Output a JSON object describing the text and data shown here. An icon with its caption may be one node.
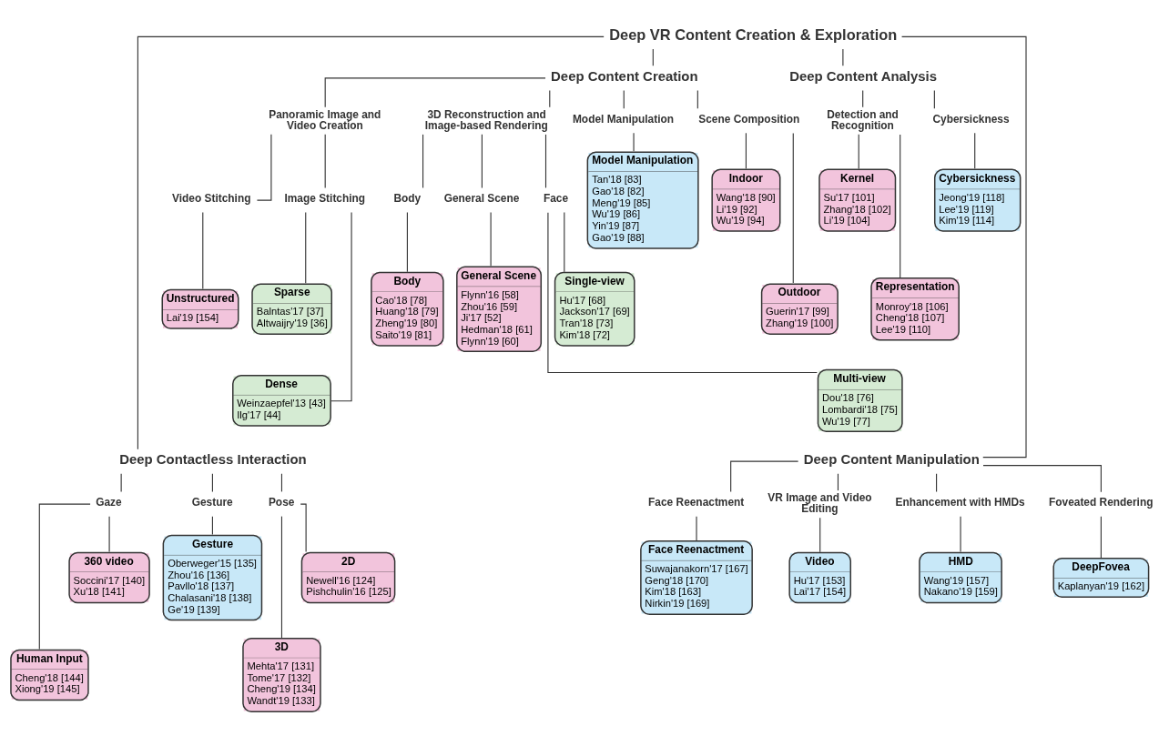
{
  "diagram": {
    "nodes": [
      {
        "text": [
          "Deep VR Content Creation & Exploration"
        ]
      },
      {
        "text": [
          "Deep Content Creation"
        ]
      },
      {
        "text": [
          "Deep Content Analysis"
        ]
      },
      {
        "text": [
          "Panoramic Image and Video Creation"
        ]
      },
      {
        "text": [
          "Image Stitching"
        ]
      },
      {
        "text": [
          "Video Stitching"
        ]
      },
      {
        "text": [
          "Sparse",
          "Balntas'17 [37]",
          "Altwaijry'19 [36]"
        ]
      },
      {
        "text": [
          "Dense",
          "Weinzaepfel'13 [43]",
          "Ilg'17 [44]"
        ]
      },
      {
        "text": [
          "Unstructured",
          "Lai'19 [154]"
        ]
      },
      {
        "text": [
          "3D Reconstruction and Image-based Rendering"
        ]
      },
      {
        "text": [
          "General Scene"
        ]
      },
      {
        "text": [
          "Body"
        ]
      },
      {
        "text": [
          "Face"
        ]
      },
      {
        "text": [
          "General Scene",
          "Flynn'16 [58]",
          "Zhou'16 [59]",
          "Ji'17 [52]",
          "Hedman'18 [61]",
          "Flynn'19 [60]"
        ]
      },
      {
        "text": [
          "Body",
          "Cao'18 [78]",
          "Huang'18 [79]",
          "Zheng'19 [80]",
          "Saito'19 [81]"
        ]
      },
      {
        "text": [
          "Single-view",
          "Hu'17 [68]",
          "Jackson'17 [69]",
          "Tran'18 [73]",
          "Kim'18 [72]"
        ]
      },
      {
        "text": [
          "Multi-view",
          "Dou'18 [76]",
          "Lombardi'18 [75]",
          "Wu'19 [77]"
        ]
      },
      {
        "text": [
          "Model Manipulation"
        ]
      },
      {
        "text": [
          "Model Manipulation",
          "Tan'18 [83]",
          "Gao'18 [82]",
          "Meng'19 [85]",
          "Wu'19 [86]",
          "Yin'19 [87]",
          "Gao'19 [88]"
        ]
      },
      {
        "text": [
          "Scene Composition"
        ]
      },
      {
        "text": [
          "Indoor",
          "Wang'18 [90]",
          "Li'19 [92]",
          "Wu'19 [94]"
        ]
      },
      {
        "text": [
          "Outdoor",
          "Guerin'17 [99]",
          "Zhang'19 [100]"
        ]
      },
      {
        "text": [
          "Detection and Recognition"
        ]
      },
      {
        "text": [
          "Cybersickness"
        ]
      },
      {
        "text": [
          "Kernel",
          "Su'17 [101]",
          "Zhang'18 [102]",
          "Li'19 [104]"
        ]
      },
      {
        "text": [
          "Representation",
          "Monroy'18 [106]",
          "Cheng'18 [107]",
          "Lee'19 [110]"
        ]
      },
      {
        "text": [
          "Cybersickness",
          "Jeong'19 [118]",
          "Lee'19 [119]",
          "Kim'19 [114]"
        ]
      },
      {
        "text": [
          "Deep Contactless Interaction"
        ]
      },
      {
        "text": [
          "Deep Content Manipulation"
        ]
      },
      {
        "text": [
          "Pose"
        ]
      },
      {
        "text": [
          "Gaze"
        ]
      },
      {
        "text": [
          "Gesture"
        ]
      },
      {
        "text": [
          "2D",
          "Newell'16 [124]",
          "Pishchulin'16 [125]"
        ]
      },
      {
        "text": [
          "3D",
          "Mehta'17 [131]",
          "Tome'17 [132]",
          "Cheng'19 [134]",
          "Wandt'19 [133]"
        ]
      },
      {
        "text": [
          "360 video",
          "Soccini'17 [140]",
          "Xu'18 [141]"
        ]
      },
      {
        "text": [
          "Human Input",
          "Cheng'18 [144]",
          "Xiong'19 [145]"
        ]
      },
      {
        "text": [
          "Gesture",
          "Oberweger'15 [135]",
          "Zhou'16 [136]",
          "Pavllo'18 [137]",
          "Chalasani'18 [138]",
          "Ge'19 [139]"
        ]
      },
      {
        "text": [
          "VR Image and Video Editing"
        ]
      },
      {
        "text": [
          "Enhancement with HMDs"
        ]
      },
      {
        "text": [
          "Foveated Rendering"
        ]
      },
      {
        "text": [
          "Face Reenactment"
        ]
      },
      {
        "text": [
          "Video",
          "Hu'17 [153]",
          "Lai'17 [154]"
        ]
      },
      {
        "text": [
          "HMD",
          "Wang'19 [157]",
          "Nakano'19 [159]"
        ]
      },
      {
        "text": [
          "DeepFovea",
          "Kaplanyan'19 [162]"
        ]
      },
      {
        "text": [
          "Face Reenactment",
          "Suwajanakorn'17 [167]",
          "Geng'18 [170]",
          "Kim'18 [163]",
          "Nirkin'19 [169]"
        ]
      }
    ],
    "edges": [
      {
        "from": 0,
        "to": 1,
        "arrow": "none"
      },
      {
        "from": 0,
        "to": 2,
        "arrow": "none"
      },
      {
        "from": 1,
        "to": 3,
        "arrow": "none"
      },
      {
        "from": 3,
        "to": 4,
        "arrow": "none"
      },
      {
        "from": 3,
        "to": 5,
        "arrow": "none"
      },
      {
        "from": 4,
        "to": 6,
        "arrow": "none"
      },
      {
        "from": 4,
        "to": 7,
        "arrow": "none"
      },
      {
        "from": 5,
        "to": 8,
        "arrow": "none"
      },
      {
        "from": 1,
        "to": 9,
        "arrow": "none"
      },
      {
        "from": 9,
        "to": 10,
        "arrow": "none"
      },
      {
        "from": 9,
        "to": 11,
        "arrow": "none"
      },
      {
        "from": 9,
        "to": 12,
        "arrow": "none"
      },
      {
        "from": 10,
        "to": 13,
        "arrow": "none"
      },
      {
        "from": 11,
        "to": 14,
        "arrow": "none"
      },
      {
        "from": 12,
        "to": 15,
        "arrow": "none"
      },
      {
        "from": 12,
        "to": 16,
        "arrow": "none"
      },
      {
        "from": 1,
        "to": 17,
        "arrow": "none"
      },
      {
        "from": 17,
        "to": 18,
        "arrow": "none"
      },
      {
        "from": 1,
        "to": 19,
        "arrow": "none"
      },
      {
        "from": 19,
        "to": 20,
        "arrow": "none"
      },
      {
        "from": 19,
        "to": 21,
        "arrow": "none"
      },
      {
        "from": 2,
        "to": 22,
        "arrow": "none"
      },
      {
        "from": 2,
        "to": 23,
        "arrow": "none"
      },
      {
        "from": 22,
        "to": 24,
        "arrow": "none"
      },
      {
        "from": 22,
        "to": 25,
        "arrow": "none"
      },
      {
        "from": 23,
        "to": 26,
        "arrow": "none"
      },
      {
        "from": 0,
        "to": 27,
        "arrow": "none"
      },
      {
        "from": 0,
        "to": 28,
        "arrow": "none"
      },
      {
        "from": 27,
        "to": 29,
        "arrow": "none"
      },
      {
        "from": 27,
        "to": 30,
        "arrow": "none"
      },
      {
        "from": 27,
        "to": 31,
        "arrow": "none"
      },
      {
        "from": 29,
        "to": 32,
        "arrow": "none"
      },
      {
        "from": 29,
        "to": 33,
        "arrow": "none"
      },
      {
        "from": 30,
        "to": 34,
        "arrow": "none"
      },
      {
        "from": 30,
        "to": 35,
        "arrow": "none"
      },
      {
        "from": 31,
        "to": 36,
        "arrow": "none"
      },
      {
        "from": 28,
        "to": 37,
        "arrow": "none"
      },
      {
        "from": 28,
        "to": 38,
        "arrow": "none"
      },
      {
        "from": 28,
        "to": 39,
        "arrow": "none"
      },
      {
        "from": 28,
        "to": 40,
        "arrow": "none"
      },
      {
        "from": 37,
        "to": 41,
        "arrow": "none"
      },
      {
        "from": 38,
        "to": 42,
        "arrow": "none"
      },
      {
        "from": 39,
        "to": 43,
        "arrow": "none"
      },
      {
        "from": 40,
        "to": 44,
        "arrow": "none"
      }
    ]
  }
}
